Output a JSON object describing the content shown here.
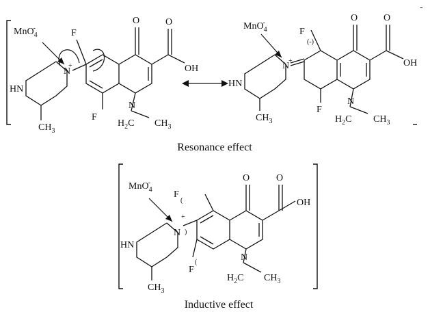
{
  "labels": {
    "mno4": "MnO",
    "mno4_sub": "4",
    "mno4_sup": "-",
    "fluorine": "F",
    "oxygen": "O",
    "hydroxyl": "OH",
    "nitrogen": "N",
    "hn": "HN",
    "ch3": "CH",
    "ch3_sub": "3",
    "h2c": "H",
    "h2c_sub": "2",
    "h2c_c": "C",
    "plus": "+",
    "minus": "-",
    "anion": "(-)",
    "partial": "(",
    "partial_close": ")"
  },
  "captions": {
    "resonance": "Resonance effect",
    "inductive": "Inductive effect"
  }
}
